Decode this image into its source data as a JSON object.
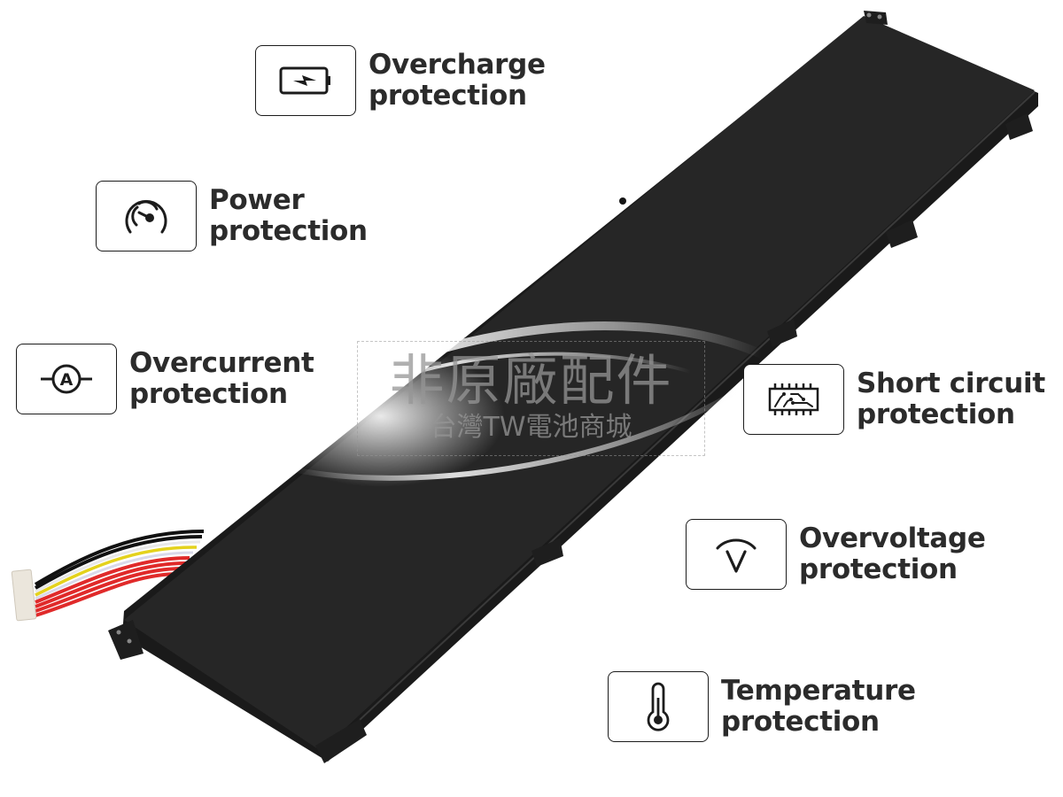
{
  "features": [
    {
      "id": "overcharge",
      "line1": "Overcharge",
      "line2": "protection",
      "icon": "battery-charge-icon"
    },
    {
      "id": "power",
      "line1": "Power",
      "line2": "protection",
      "icon": "gauge-icon"
    },
    {
      "id": "overcurrent",
      "line1": "Overcurrent",
      "line2": "protection",
      "icon": "ammeter-icon"
    },
    {
      "id": "short-circuit",
      "line1": "Short circuit",
      "line2": "protection",
      "icon": "circuit-chip-icon"
    },
    {
      "id": "overvoltage",
      "line1": "Overvoltage",
      "line2": "protection",
      "icon": "voltage-icon"
    },
    {
      "id": "temperature",
      "line1": "Temperature",
      "line2": "protection",
      "icon": "thermometer-icon"
    }
  ],
  "watermark": {
    "main": "非原廠配件",
    "sub": "台灣TW電池商城"
  },
  "colors": {
    "battery_body": "#262626",
    "text": "#2b2b2b",
    "icon_stroke": "#1c1c1c",
    "background": "#ffffff"
  }
}
